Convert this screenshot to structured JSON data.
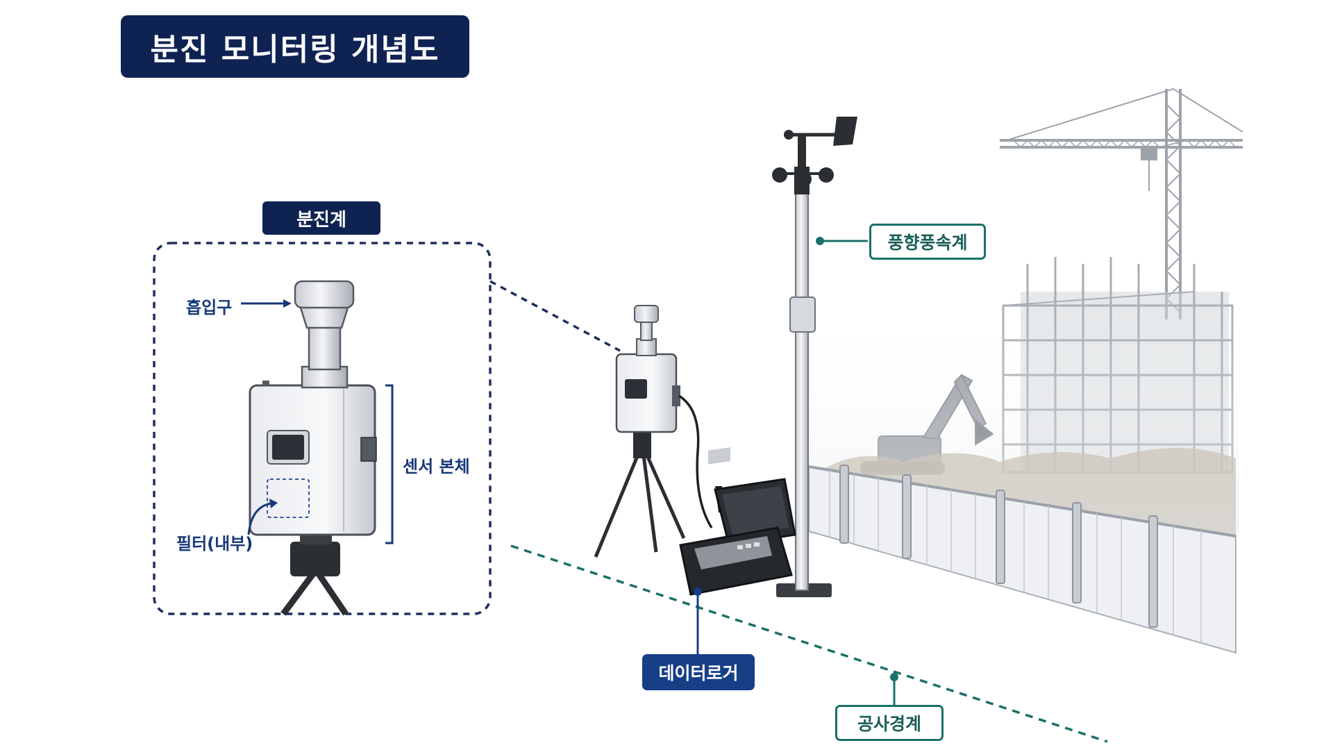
{
  "title": "분진 모니터링 개념도",
  "labels": {
    "dust_meter": "분진계",
    "intake": "흡입구",
    "sensor_body": "센서 본체",
    "filter": "필터(내부)",
    "anemometer": "풍향풍속계",
    "data_logger": "데이터로거",
    "boundary": "공사경계"
  },
  "colors": {
    "navy": "#0f2353",
    "teal": "#1a7068",
    "blue": "#173f86",
    "dashed_navy": "#1d2f5e"
  }
}
